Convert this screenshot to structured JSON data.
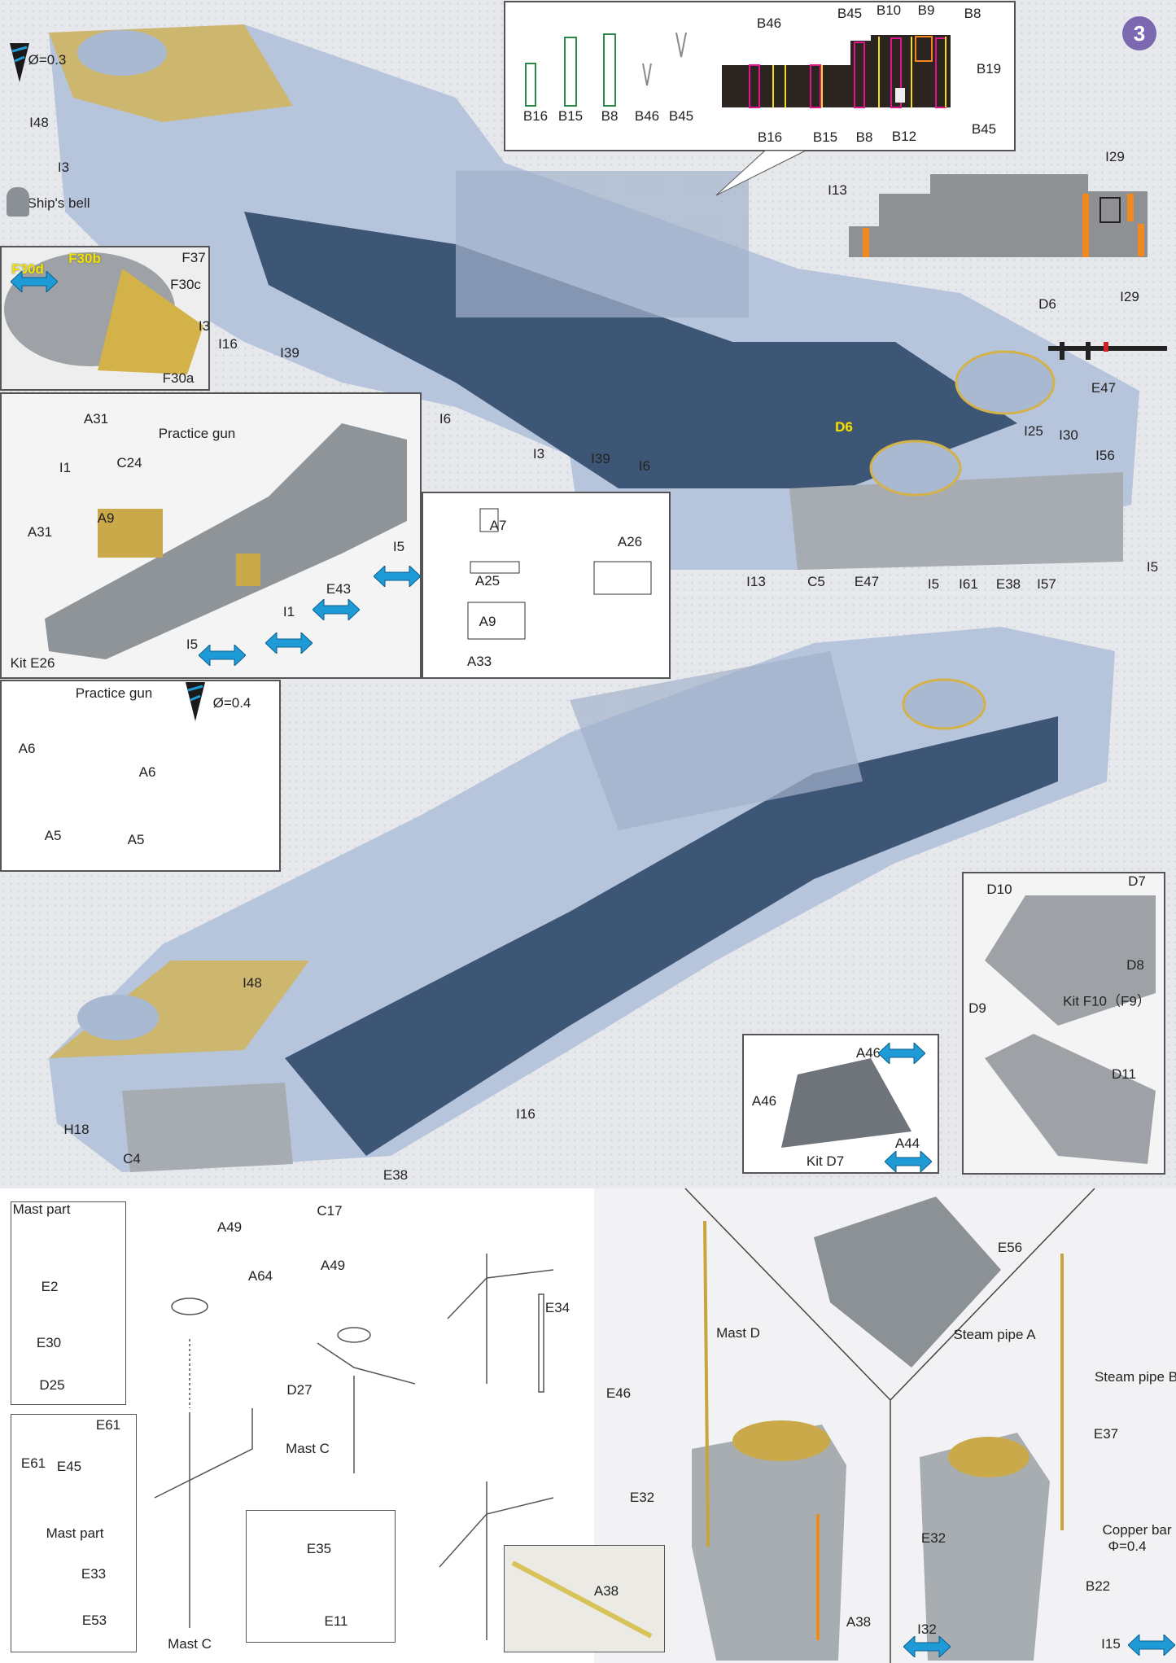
{
  "page": {
    "step_number": "3"
  },
  "colors": {
    "resin_blue": "#b6c4dc",
    "deck_navy": "#3e5675",
    "brass": "#d4b24a",
    "gray_part": "#9da2a8",
    "arrow_blue": "#1e9bd7",
    "label_yellow": "#f2e200",
    "step_badge": "#7b68b0",
    "ladder_magenta": "#e0158c",
    "ladder_orange": "#f08a1e"
  },
  "icons": [
    "drill-bit-icon",
    "double-arrow-icon",
    "ship-bell-icon",
    "hollow-arrow-icon"
  ],
  "ladder_diagram": {
    "labels": [
      "B16",
      "B15",
      "B8",
      "B46",
      "B45",
      "B46",
      "B45",
      "B10",
      "B9",
      "B8",
      "B19",
      "B16",
      "B15",
      "B8",
      "B12",
      "B45"
    ]
  },
  "side_diagram": {
    "labels": [
      "I13",
      "I29",
      "I29"
    ]
  },
  "top_photo": {
    "labels": [
      "I48",
      "Ø=0.3",
      "I3",
      "Ship's bell",
      "I3",
      "I16",
      "I39",
      "I6",
      "I3",
      "I39",
      "I6",
      "D6",
      "E47",
      "D6",
      "I25",
      "I30",
      "I56",
      "I5",
      "I13",
      "C5",
      "E47",
      "I5",
      "I61",
      "E38",
      "I57"
    ]
  },
  "f30_inset": {
    "labels": [
      "F37",
      "F30b",
      "F30c",
      "F30d",
      "F30a"
    ]
  },
  "practice_gun_inset": {
    "labels": [
      "A31",
      "I1",
      "Practice gun",
      "C24",
      "A9",
      "A31",
      "I5",
      "E43",
      "I1",
      "I5",
      "Kit E26"
    ]
  },
  "a26_inset": {
    "labels": [
      "A7",
      "A25",
      "A26",
      "A9",
      "A33"
    ]
  },
  "a6_inset": {
    "labels": [
      "Practice gun",
      "Ø=0.4",
      "A6",
      "A6",
      "A5",
      "A5"
    ]
  },
  "middle_photo": {
    "labels": [
      "I48",
      "I16",
      "H18",
      "C4",
      "E38"
    ]
  },
  "d7_inset": {
    "labels": [
      "A46",
      "A46",
      "A44",
      "Kit D7"
    ]
  },
  "d10_inset": {
    "labels": [
      "D10",
      "D7",
      "D8",
      "Kit F10（F9）",
      "D9",
      "D11"
    ]
  },
  "mast_diagram": {
    "labels": [
      "Mast part",
      "E2",
      "E30",
      "D25",
      "A49",
      "C17",
      "A49",
      "A64",
      "D27",
      "Mast C",
      "E34",
      "E61",
      "E61",
      "E45",
      "Mast part",
      "E33",
      "E53",
      "Mast C",
      "E35",
      "E11"
    ]
  },
  "mast_photos": {
    "labels": [
      "A38",
      "E56",
      "Mast D",
      "E46",
      "E32",
      "A38",
      "Steam pipe A",
      "Steam pipe B",
      "E37",
      "E32",
      "Copper bar",
      "Φ=0.4",
      "B22",
      "I32",
      "I15"
    ]
  }
}
